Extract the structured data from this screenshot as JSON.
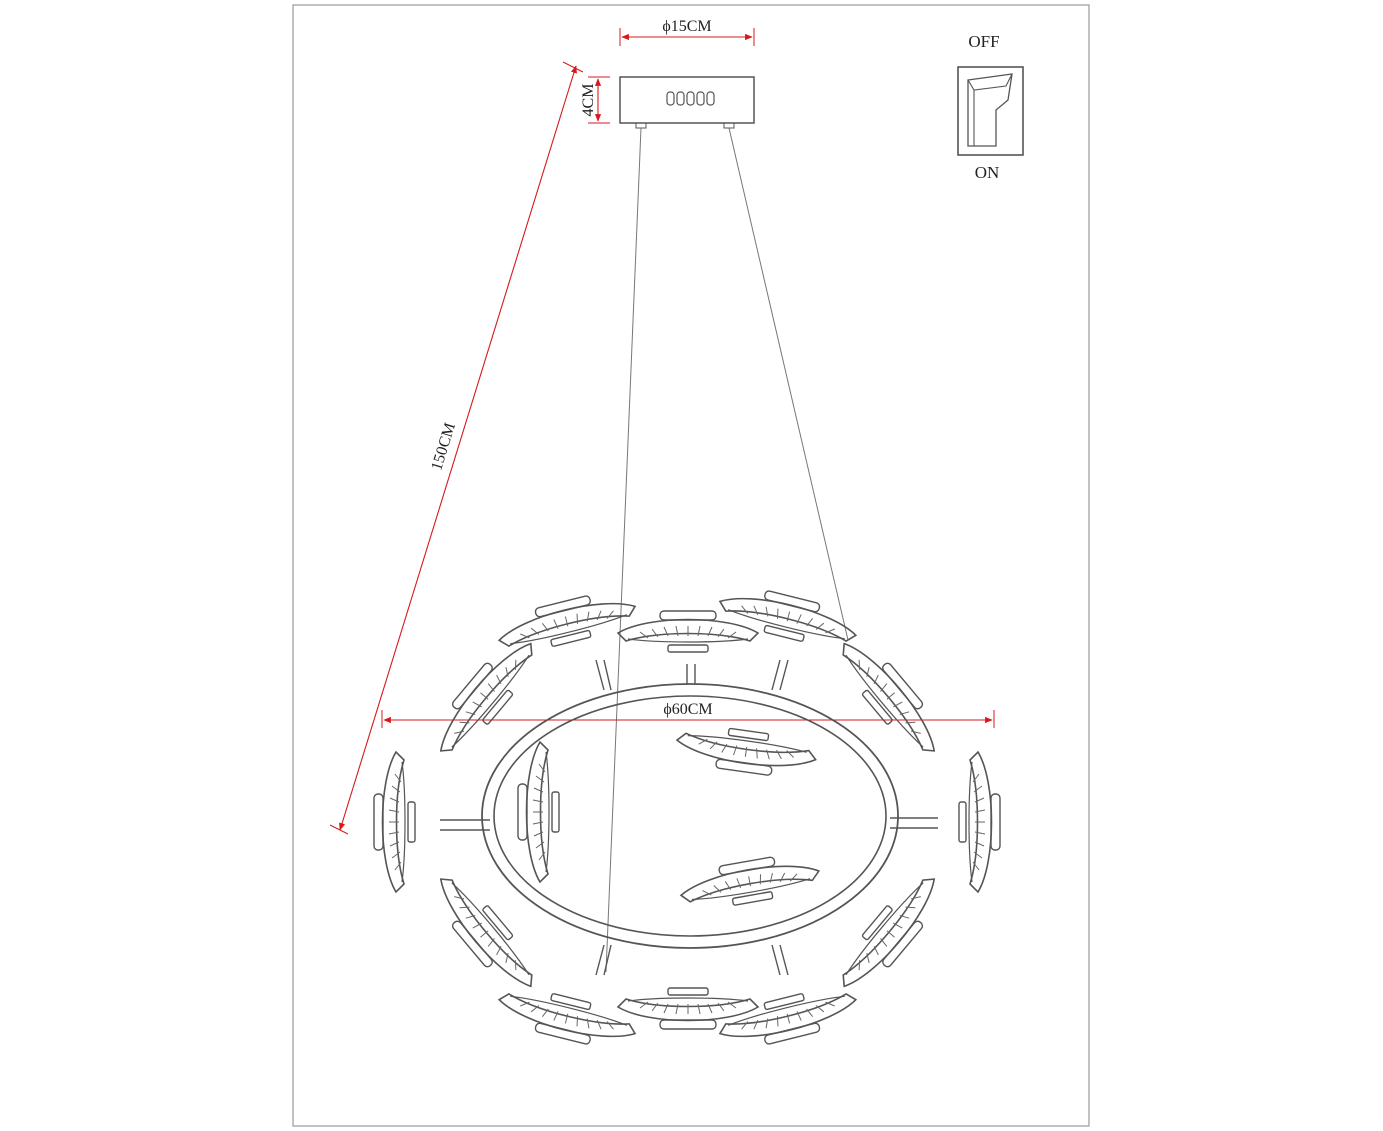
{
  "dimensions": {
    "canopy_diameter": "ϕ15CM",
    "canopy_height": "4CM",
    "suspension_length": "150CM",
    "fixture_diameter": "ϕ60CM"
  },
  "switch": {
    "off_label": "OFF",
    "on_label": "ON"
  },
  "colors": {
    "line": "#555555",
    "dimension": "#d7191c",
    "frame": "#9a9a9a"
  }
}
